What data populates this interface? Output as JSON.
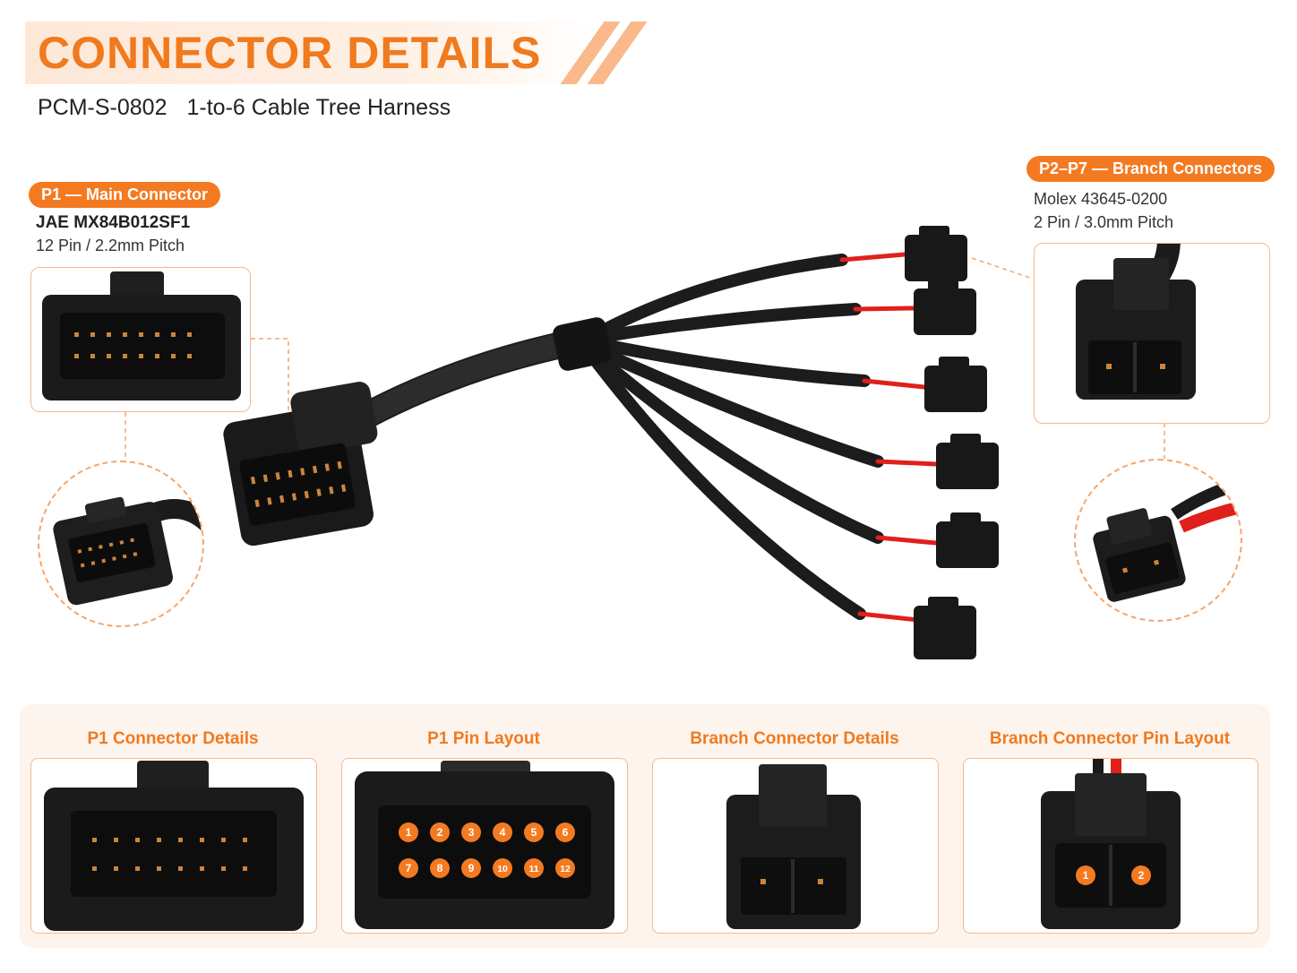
{
  "header": {
    "title": "CONNECTOR DETAILS",
    "part_number": "PCM-S-0802",
    "product_name": "1-to-6 Cable Tree Harness"
  },
  "main_connector": {
    "badge": "P1 — Main Connector",
    "model": "JAE MX84B012SF1",
    "spec": "12 Pin / 2.2mm Pitch"
  },
  "branch_connectors": {
    "badge": "P2–P7 — Branch Connectors",
    "model": "Molex 43645-0200",
    "spec": "2 Pin / 3.0mm Pitch"
  },
  "bottom_panels": [
    {
      "label": "P1 Connector Details"
    },
    {
      "label": "P1 Pin Layout"
    },
    {
      "label": "Branch Connector Details"
    },
    {
      "label": "Branch Connector Pin Layout"
    }
  ],
  "p1_pin_numbers": [
    "1",
    "2",
    "3",
    "4",
    "5",
    "6",
    "7",
    "8",
    "9",
    "10",
    "11",
    "12"
  ],
  "branch_pin_numbers": [
    "1",
    "2"
  ],
  "colors": {
    "accent": "#f47a21",
    "title_orange": "#f07a1e",
    "connector_black": "#1b1b1b",
    "wire_red": "#e0201b",
    "panel_bg": "#fdf4ee"
  }
}
